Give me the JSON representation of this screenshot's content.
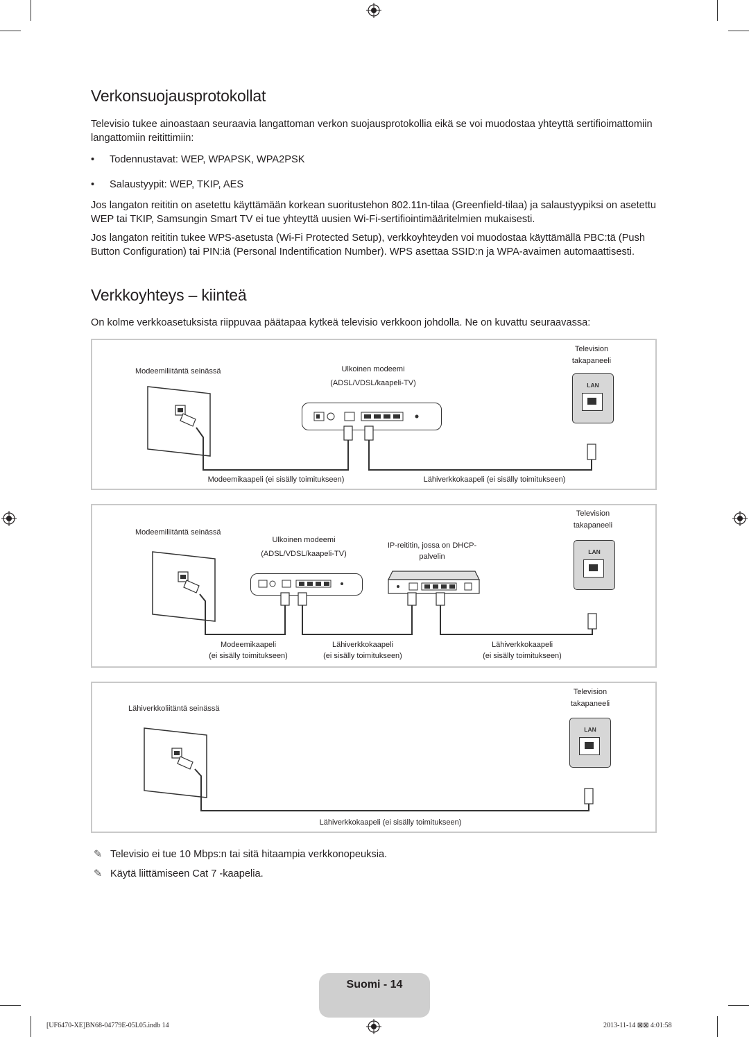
{
  "section1": {
    "title": "Verkonsuojausprotokollat",
    "intro": "Televisio tukee ainoastaan seuraavia langattoman verkon suojausprotokollia eikä se voi muodostaa yhteyttä sertifioimattomiin langattomiin reitittimiin:",
    "bullets": [
      "Todennustavat: WEP, WPAPSK, WPA2PSK",
      "Salaustyypit: WEP, TKIP, AES"
    ],
    "para2": "Jos langaton reititin on asetettu käyttämään korkean suoritustehon 802.11n-tilaa (Greenfield-tilaa) ja salaustyypiksi on asetettu WEP tai TKIP, Samsungin Smart TV ei tue yhteyttä uusien Wi-Fi-sertifiointimääritelmien mukaisesti.",
    "para3": "Jos langaton reititin tukee WPS-asetusta (Wi-Fi Protected Setup), verkkoyhteyden voi muodostaa käyttämällä PBC:tä (Push Button Configuration) tai PIN:iä (Personal Indentification Number). WPS asettaa SSID:n ja WPA-avaimen automaattisesti."
  },
  "section2": {
    "title": "Verkkoyhteys – kiinteä",
    "intro": "On kolme verkkoasetuksista riippuvaa päätapaa kytkeä televisio verkkoon johdolla. Ne on kuvattu seuraavassa:"
  },
  "diagram1": {
    "wall_label": "Modeemiliitäntä seinässä",
    "modem_label": "Ulkoinen modeemi",
    "modem_sub": "(ADSL/VDSL/kaapeli-TV)",
    "tv_label1": "Television",
    "tv_label2": "takapaneeli",
    "lan": "LAN",
    "cable1": "Modeemikaapeli (ei sisälly toimitukseen)",
    "cable2": "Lähiverkkokaapeli (ei sisälly toimitukseen)"
  },
  "diagram2": {
    "wall_label": "Modeemiliitäntä seinässä",
    "modem_label": "Ulkoinen modeemi",
    "modem_sub": "(ADSL/VDSL/kaapeli-TV)",
    "router_label1": "IP-reititin, jossa on DHCP-",
    "router_label2": "palvelin",
    "tv_label1": "Television",
    "tv_label2": "takapaneeli",
    "lan": "LAN",
    "cable1": "Modeemikaapeli",
    "cable1_sub": "(ei sisälly toimitukseen)",
    "cable2": "Lähiverkkokaapeli",
    "cable2_sub": "(ei sisälly toimitukseen)",
    "cable3": "Lähiverkkokaapeli",
    "cable3_sub": "(ei sisälly toimitukseen)"
  },
  "diagram3": {
    "wall_label": "Lähiverkkoliitäntä seinässä",
    "tv_label1": "Television",
    "tv_label2": "takapaneeli",
    "lan": "LAN",
    "cable1": "Lähiverkkokaapeli (ei sisälly toimitukseen)"
  },
  "notes": [
    "Televisio ei tue 10 Mbps:n tai sitä hitaampia verkkonopeuksia.",
    "Käytä liittämiseen Cat 7 -kaapelia."
  ],
  "page_label": "Suomi - 14",
  "footer": {
    "left": "[UF6470-XE]BN68-04779E-05L05.indb   14",
    "right": "2013-11-14   ⊠⊠ 4:01:58"
  }
}
